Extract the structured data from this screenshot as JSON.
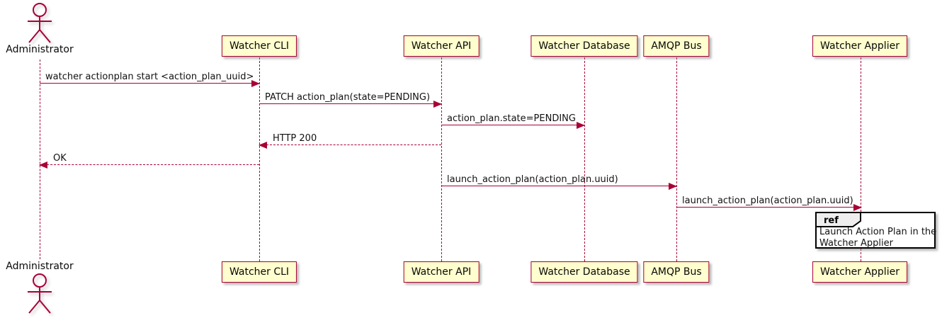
{
  "diagram_type": "sequence",
  "actor": {
    "name": "Administrator"
  },
  "participants": [
    {
      "label": "Watcher CLI"
    },
    {
      "label": "Watcher API"
    },
    {
      "label": "Watcher Database"
    },
    {
      "label": "AMQP Bus"
    },
    {
      "label": "Watcher Applier"
    }
  ],
  "messages": [
    {
      "label": "watcher actionplan start <action_plan_uuid>",
      "from": "Administrator",
      "to": "Watcher CLI",
      "line": "solid"
    },
    {
      "label": "PATCH action_plan(state=PENDING)",
      "from": "Watcher CLI",
      "to": "Watcher API",
      "line": "solid"
    },
    {
      "label": "action_plan.state=PENDING",
      "from": "Watcher API",
      "to": "Watcher Database",
      "line": "solid"
    },
    {
      "label": "HTTP 200",
      "from": "Watcher API",
      "to": "Watcher CLI",
      "line": "dashed"
    },
    {
      "label": "OK",
      "from": "Watcher CLI",
      "to": "Administrator",
      "line": "dashed"
    },
    {
      "label": "launch_action_plan(action_plan.uuid)",
      "from": "Watcher API",
      "to": "AMQP Bus",
      "line": "solid"
    },
    {
      "label": "launch_action_plan(action_plan.uuid)",
      "from": "AMQP Bus",
      "to": "Watcher Applier",
      "line": "solid"
    }
  ],
  "ref_fragment": {
    "keyword": "ref",
    "line1": "Launch Action Plan in the",
    "line2": "Watcher Applier",
    "over": "Watcher Applier"
  },
  "colors": {
    "participant_fill": "#FEFECE",
    "participant_border": "#A80036",
    "message_line": "#A80036",
    "lifeline": "#A80036",
    "text": "#000000",
    "ref_border": "#000000",
    "ref_header_fill": "#EEEEEE",
    "background": "#FFFFFF"
  }
}
